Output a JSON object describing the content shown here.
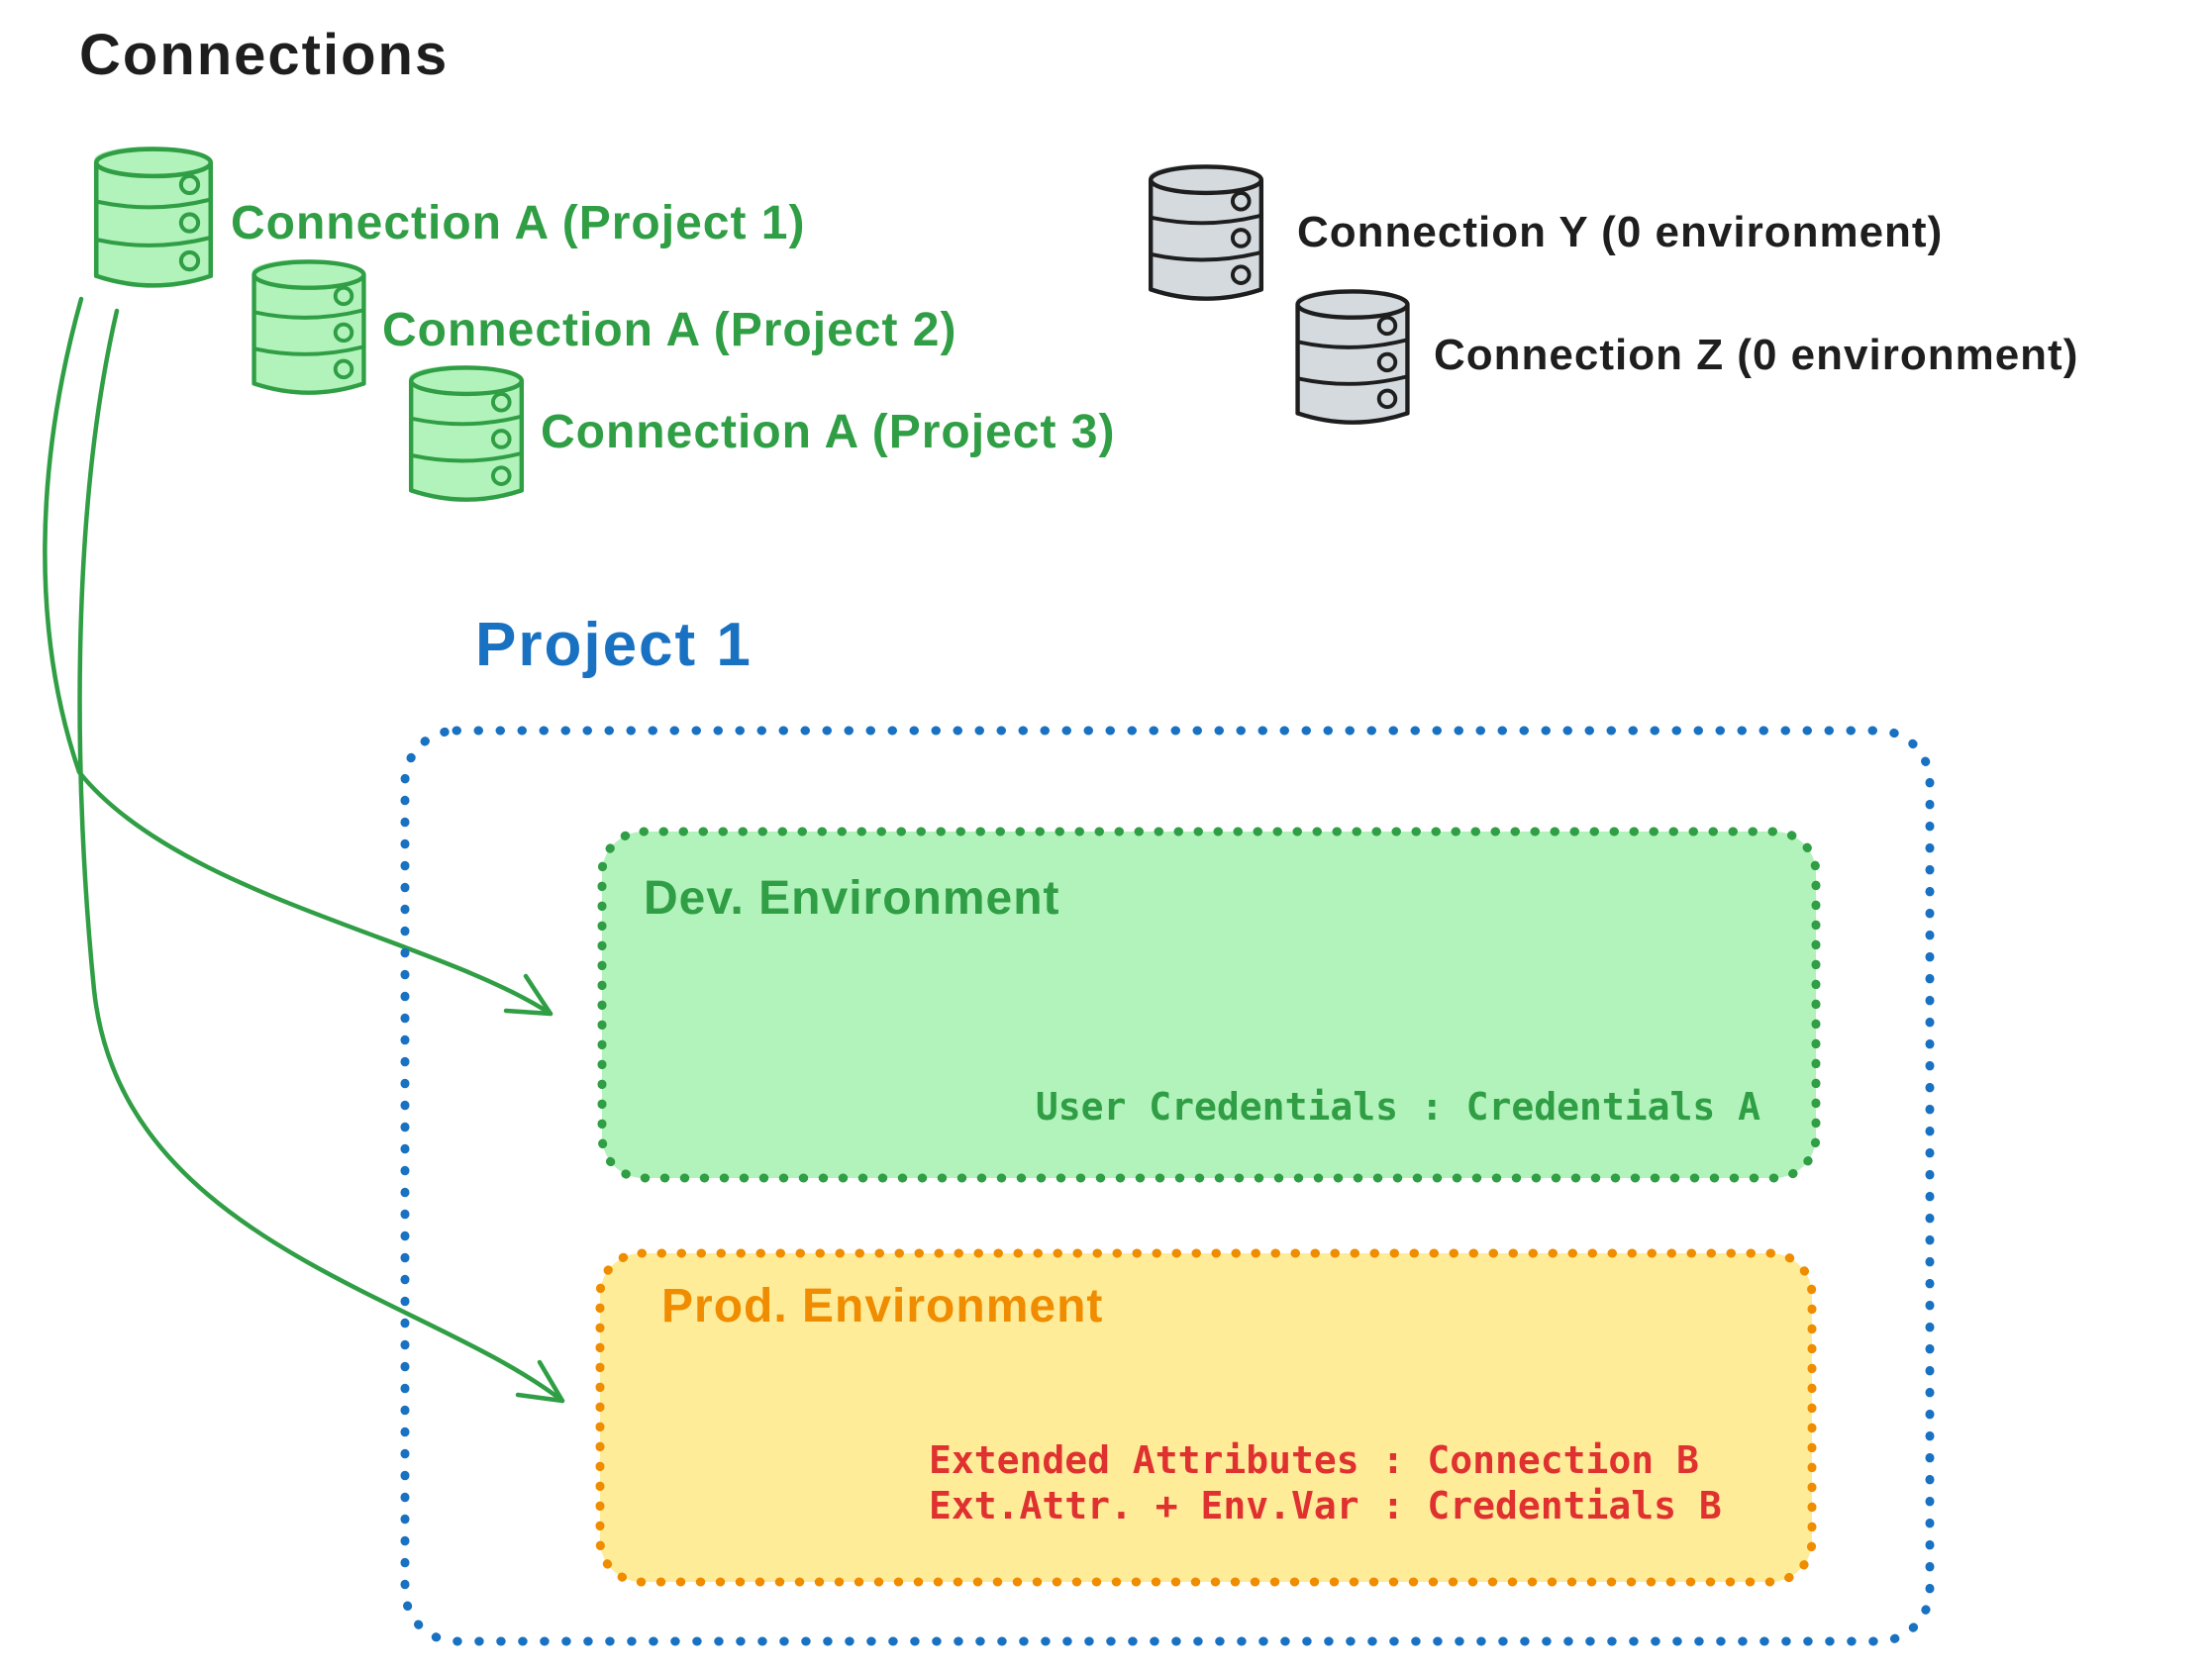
{
  "title": "Connections",
  "green_connections": [
    {
      "icon": "database-icon",
      "label": "Connection A (Project 1)"
    },
    {
      "icon": "database-icon",
      "label": "Connection A (Project 2)"
    },
    {
      "icon": "database-icon",
      "label": "Connection A (Project 3)"
    }
  ],
  "gray_connections": [
    {
      "icon": "database-icon",
      "label": "Connection Y (0 environment)"
    },
    {
      "icon": "database-icon",
      "label": "Connection Z (0 environment)"
    }
  ],
  "project": {
    "title": "Project 1",
    "dev_environment": {
      "name": "Dev. Environment",
      "credentials_line": "User Credentials : Credentials A"
    },
    "prod_environment": {
      "name": "Prod. Environment",
      "mapping_line_1": "Extended Attributes : Connection B",
      "mapping_line_2": "Ext.Attr. + Env.Var : Credentials B"
    }
  },
  "colors": {
    "ink": "#1e1e1e",
    "green_stroke": "#2f9e44",
    "green_fill": "#b2f2bb",
    "gray_fill": "#d4dade",
    "blue": "#1971c2",
    "orange_stroke": "#f08c00",
    "orange_fill": "#ffec99",
    "red_text": "#e03131"
  }
}
